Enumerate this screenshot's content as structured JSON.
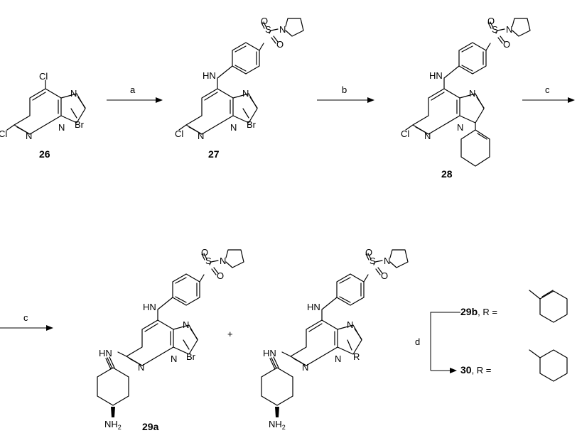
{
  "atoms": {
    "Cl": "Cl",
    "Br": "Br",
    "N": "N",
    "HN": "HN",
    "S": "S",
    "O": "O",
    "NH": "NH",
    "R": "R",
    "H": "H",
    "sub2": "2"
  },
  "compounds": {
    "c26": "26",
    "c27": "27",
    "c28": "28",
    "c29a": "29a",
    "c29b": "29b",
    "c30": "30"
  },
  "reagents": {
    "a": "a",
    "b": "b",
    "c": "c",
    "d": "d"
  },
  "text": {
    "plus": "+",
    "r_equals": ", R ="
  }
}
